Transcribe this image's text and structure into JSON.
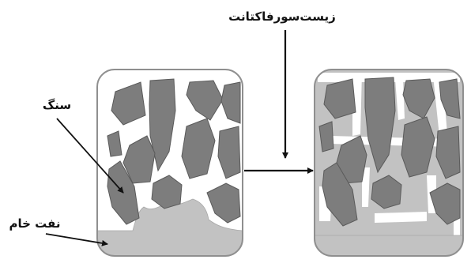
{
  "labels": {
    "biosurfactant": "زیست‌سورفاکتانت",
    "rock": "سنگ",
    "crude_oil": "نفت خام"
  },
  "colors": {
    "rock": "#7d7d7d",
    "rock_edge": "#5a5a5a",
    "oil": "#c2c2c2",
    "oil_edge": "#a9a9a9",
    "frame": "#8f8f8f",
    "pore": "#ffffff",
    "arrow": "#111111"
  }
}
